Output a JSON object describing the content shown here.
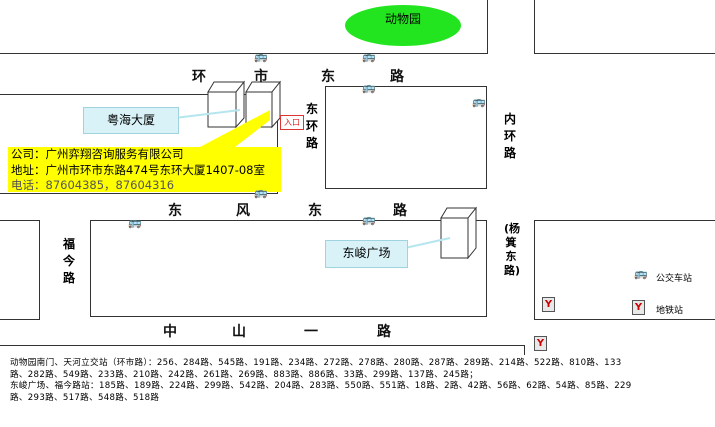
{
  "landmarks": {
    "zoo": "动物园",
    "yuehai": "粤海大厦",
    "dongjun": "东峻广场",
    "entrance": "入口"
  },
  "roads": {
    "huanshi_east": [
      "环",
      "市",
      "东",
      "路"
    ],
    "dongfeng_east": [
      "东",
      "风",
      "东",
      "路"
    ],
    "zhongshan_1": [
      "中",
      "山",
      "一",
      "路"
    ],
    "donghuan": "东环路",
    "neihuan": "内环路",
    "fujin": "福今路",
    "yangji_east": "(杨箕东路)"
  },
  "company": {
    "name": "公司：广州弈翔咨询服务有限公司",
    "address": "地址：广州市环市东路474号东环大厦1407-08室",
    "phone": "电话：87604385，87604316"
  },
  "legend": {
    "bus": "公交车站",
    "subway": "地铁站"
  },
  "routes": [
    "动物园南门、天河立交站（环市路）：256、284路、545路、191路、234路、272路、278路、280路、287路、289路、214路、522路、810路、133",
    "路、282路、549路、233路、210路、242路、261路、269路、883路、886路、33路、299路、137路、245路；",
    "东峻广场、福今路站：185路、189路、224路、299路、542路、204路、283路、550路、551路、18路、2路、42路、56路、62路、54路、85路、229",
    "路、293路、517路、548路、518路"
  ],
  "colors": {
    "zoo_fill": "#22e51f",
    "info_fill": "#ffff00",
    "callout_fill": "#d8f2f7",
    "entrance_border": "#dd3333"
  },
  "icons": {
    "bus_stop": "bus-icon",
    "subway_station": "subway-icon"
  }
}
